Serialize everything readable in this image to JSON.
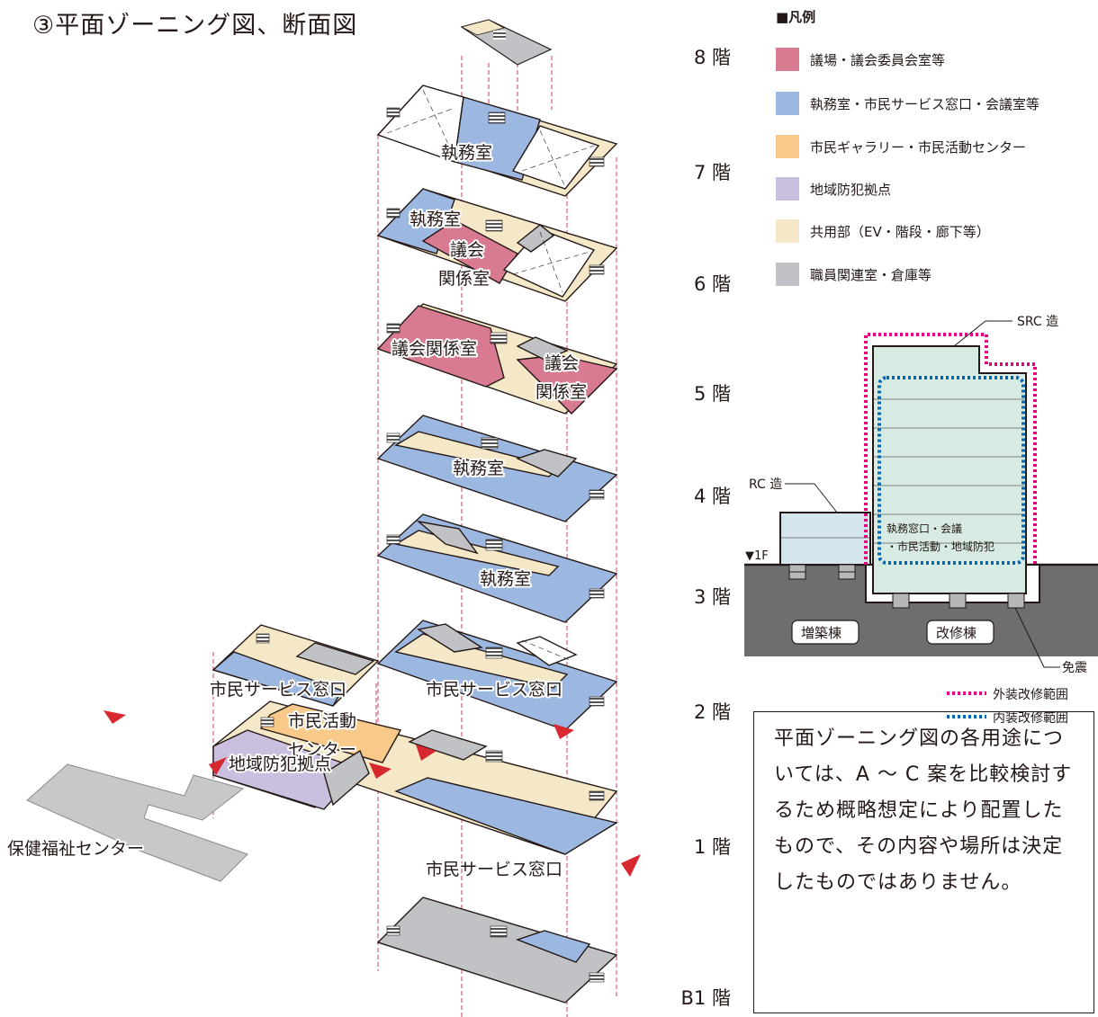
{
  "title": "③平面ゾーニング図、断面図",
  "floors": [
    {
      "key": "f8",
      "label": "8 階"
    },
    {
      "key": "f7",
      "label": "7 階"
    },
    {
      "key": "f6",
      "label": "6 階"
    },
    {
      "key": "f5",
      "label": "5 階"
    },
    {
      "key": "f4",
      "label": "4 階"
    },
    {
      "key": "f3",
      "label": "3 階"
    },
    {
      "key": "f2",
      "label": "2 階"
    },
    {
      "key": "f1",
      "label": "1 階"
    },
    {
      "key": "b1",
      "label": "B1 階"
    }
  ],
  "rooms": {
    "f7_exec": "執務室",
    "f6_exec": "執務室",
    "f6_council_1": "議会",
    "f6_council_2": "関係室",
    "f5_council_a": "議会関係室",
    "f5_council_b1": "議会",
    "f5_council_b2": "関係室",
    "f4_exec": "執務室",
    "f3_exec": "執務室",
    "f2_service_annex": "市民サービス窓口",
    "f2_service_main": "市民サービス窓口",
    "f1_center_1": "市民活動",
    "f1_center_2": "センター",
    "f1_crime": "地域防犯拠点",
    "f1_service": "市民サービス窓口",
    "health_center": "保健福祉センター"
  },
  "legend": {
    "title": "■凡例",
    "items": [
      {
        "label": "議場・議会委員会室等",
        "color": "#d87a92"
      },
      {
        "label": "執務室・市民サービス窓口・会議室等",
        "color": "#9db8e0"
      },
      {
        "label": "市民ギャラリー・市民活動センター",
        "color": "#f9c98a"
      },
      {
        "label": "地域防犯拠点",
        "color": "#cbbfe0"
      },
      {
        "label": "共用部（EV・階段・廊下等）",
        "color": "#f5e8c8"
      },
      {
        "label": "職員関連室・倉庫等",
        "color": "#c0c2c5"
      }
    ]
  },
  "section": {
    "src_label": "SRC 造",
    "rc_label": "RC 造",
    "ground_label": "▼1F",
    "inner_line1": "執務窓口・会議",
    "inner_line2": "・市民活動・地域防犯",
    "annex_label": "増築棟",
    "main_label": "改修棟",
    "isolation_label": "免震",
    "exterior_legend": "外装改修範囲",
    "interior_legend": "内装改修範囲"
  },
  "colors": {
    "council": "#d87a92",
    "office": "#9db8e0",
    "gallery": "#f9c98a",
    "crime": "#cbbfe0",
    "common": "#f5e8c8",
    "staff": "#c0c2c5",
    "exterior_dots": "#e4007f",
    "interior_dots": "#0068b7",
    "arrow": "#d7282f"
  },
  "note": "平面ゾーニング図の各用途については、A ～ C 案を比較検討するため概略想定により配置したもので、その内容や場所は決定したものではありません。"
}
